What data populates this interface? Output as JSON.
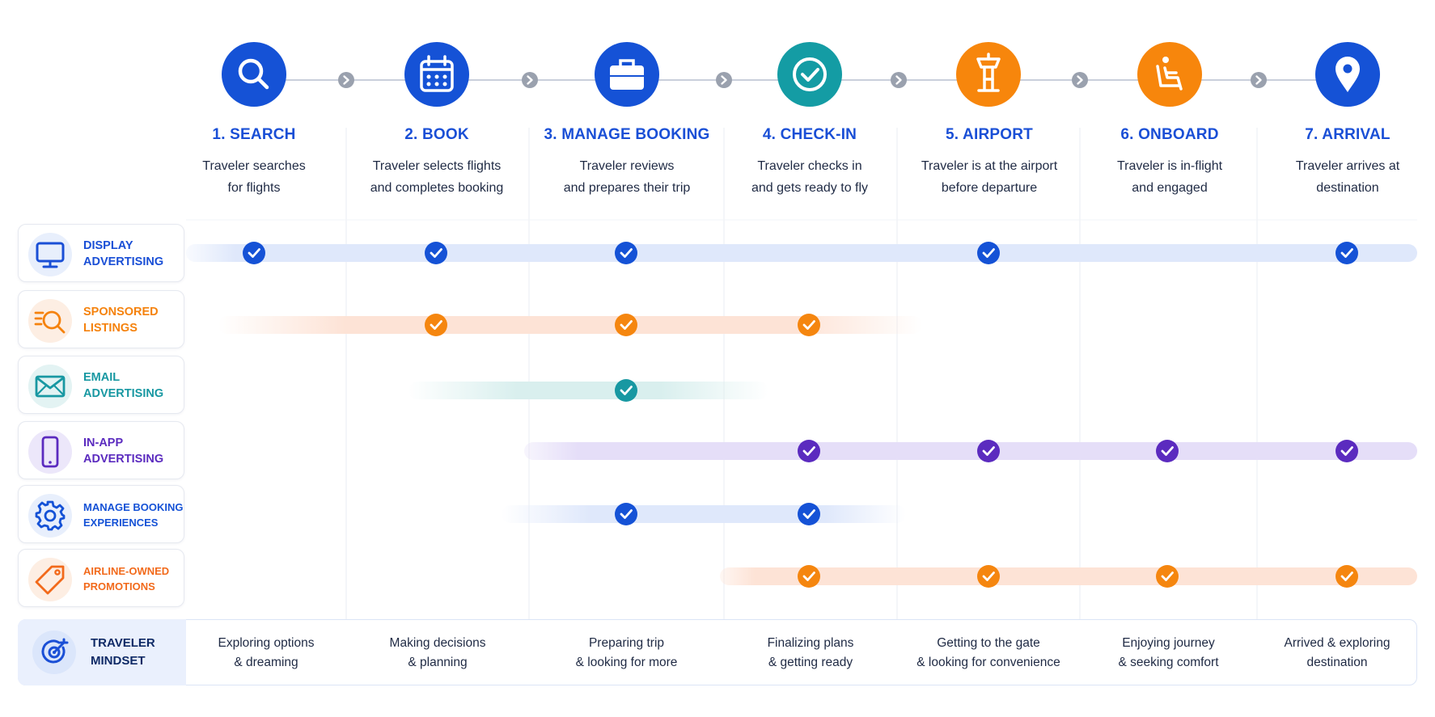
{
  "stages": [
    {
      "title": "1. SEARCH",
      "desc": "Traveler searches\nfor flights",
      "icon": "search-icon",
      "color": "#1552d6"
    },
    {
      "title": "2. BOOK",
      "desc": "Traveler selects flights\nand completes booking",
      "icon": "calendar-icon",
      "color": "#1552d6"
    },
    {
      "title": "3. MANAGE BOOKING",
      "desc": "Traveler reviews\nand prepares their trip",
      "icon": "briefcase-icon",
      "color": "#1552d6"
    },
    {
      "title": "4. CHECK-IN",
      "desc": "Traveler checks in\nand gets ready to fly",
      "icon": "check-circle-icon",
      "color": "#149ca4"
    },
    {
      "title": "5. AIRPORT",
      "desc": "Traveler is at the airport\nbefore departure",
      "icon": "control-tower-icon",
      "color": "#f7860c"
    },
    {
      "title": "6. ONBOARD",
      "desc": "Traveler is in-flight\nand engaged",
      "icon": "airplane-seat-icon",
      "color": "#f7860c"
    },
    {
      "title": "7. ARRIVAL",
      "desc": "Traveler arrives at\ndestination",
      "icon": "location-pin-icon",
      "color": "#1552d6"
    }
  ],
  "channels": [
    {
      "label_line1": "DISPLAY",
      "label_line2": "ADVERTISING",
      "icon": "monitor-icon",
      "color": "#1a4fd6",
      "band_color": "#dfe8fb",
      "badge_bg": "#e8effc",
      "checks": [
        1,
        2,
        3,
        5,
        7
      ]
    },
    {
      "label_line1": "SPONSORED",
      "label_line2": "LISTINGS",
      "icon": "search-list-icon",
      "color": "#f5820d",
      "band_color": "#fde6da",
      "badge_bg": "#fdeee3",
      "checks": [
        2,
        3,
        4
      ]
    },
    {
      "label_line1": "EMAIL",
      "label_line2": "ADVERTISING",
      "icon": "envelope-icon",
      "color": "#1898a2",
      "band_color": "#dcf0ef",
      "badge_bg": "#e3f3f3",
      "checks": [
        3
      ]
    },
    {
      "label_line1": "IN-APP",
      "label_line2": "ADVERTISING",
      "icon": "smartphone-icon",
      "color": "#5b2bbf",
      "band_color": "#e7e1f8",
      "badge_bg": "#ece7fa",
      "checks": [
        4,
        5,
        6,
        7
      ]
    },
    {
      "label_line1": "MANAGE BOOKING",
      "label_line2": "EXPERIENCES",
      "icon": "gear-icon",
      "color": "#1552d6",
      "band_color": "#dfe8fb",
      "badge_bg": "#e8effc",
      "checks": [
        3,
        4
      ]
    },
    {
      "label_line1": "AIRLINE-OWNED",
      "label_line2": "PROMOTIONS",
      "icon": "price-tag-icon",
      "color": "#f26a1b",
      "band_color": "#fde6da",
      "badge_bg": "#fdeee3",
      "checks": [
        4,
        5,
        6,
        7
      ]
    }
  ],
  "mindset": {
    "label_line1": "TRAVELER",
    "label_line2": "MINDSET",
    "icon": "target-icon",
    "items": [
      "Exploring options\n& dreaming",
      "Making decisions\n& planning",
      "Preparing trip\n& looking for more",
      "Finalizing plans\n& getting ready",
      "Getting to the gate\n& looking for convenience",
      "Enjoying journey\n& seeking comfort",
      "Arrived & exploring\ndestination"
    ]
  }
}
